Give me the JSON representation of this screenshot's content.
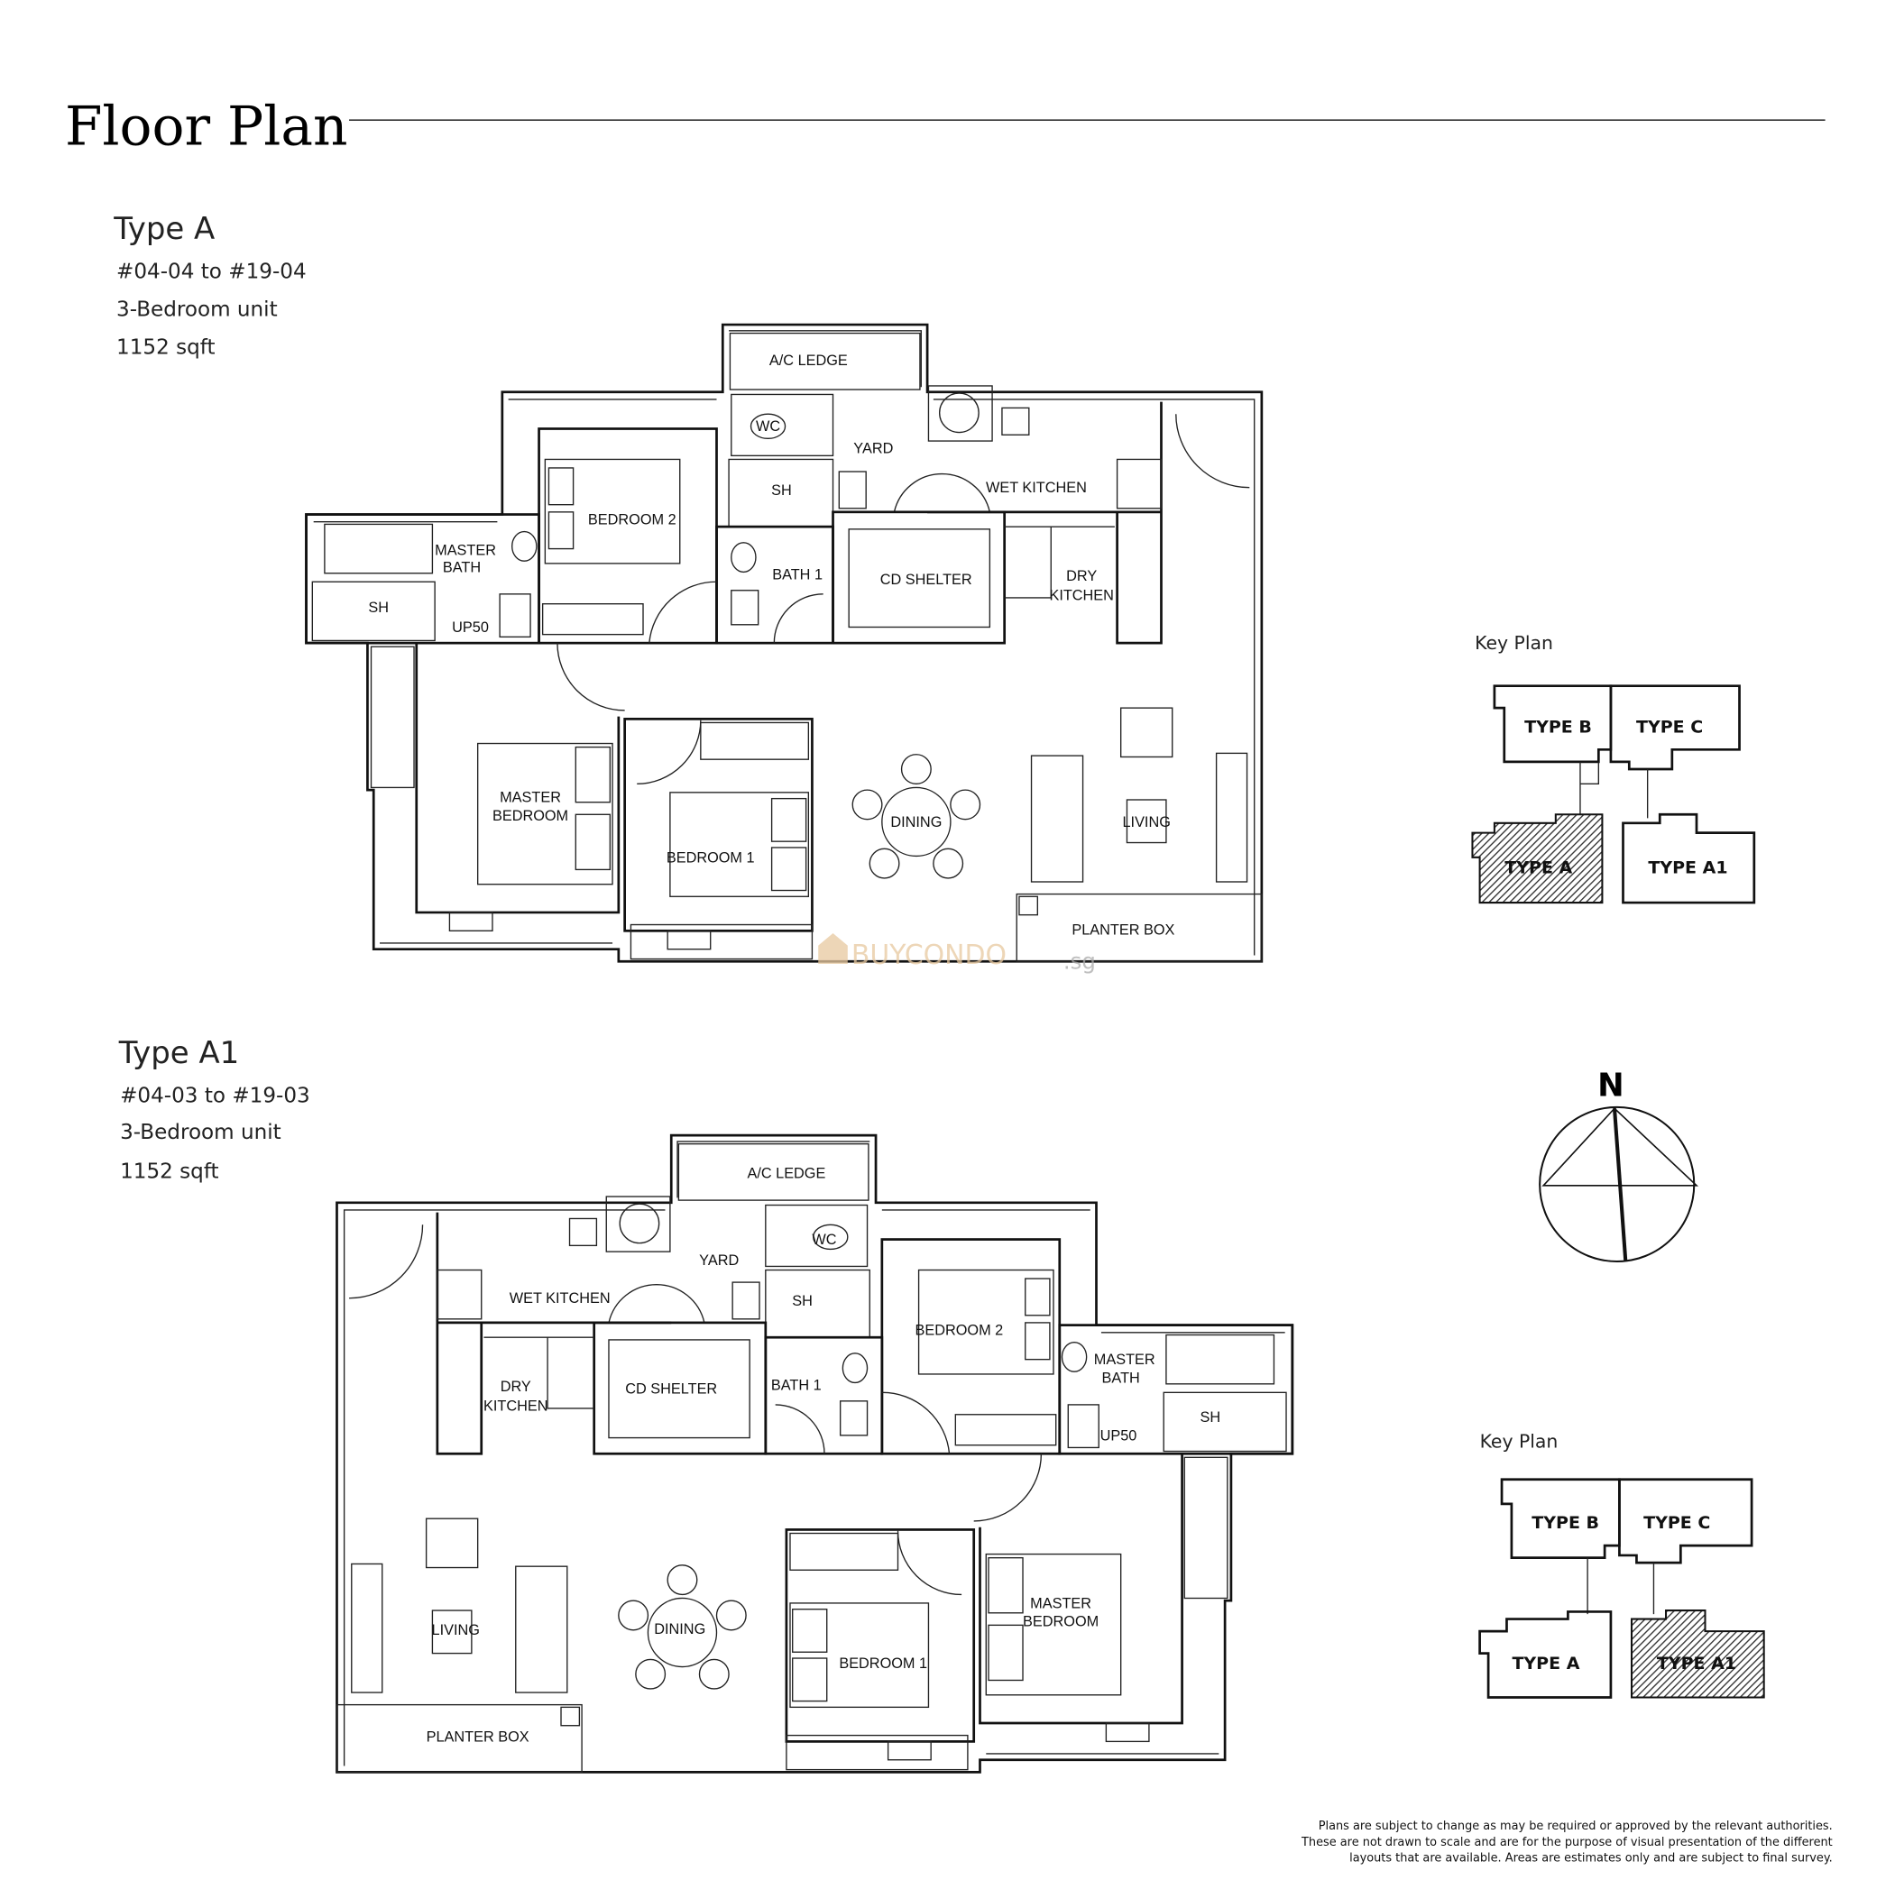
{
  "header": {
    "title": "Floor Plan"
  },
  "units": [
    {
      "type": "Type A",
      "unit_range": "#04-04 to #19-04",
      "bedrooms": "3-Bedroom unit",
      "area": "1152 sqft",
      "rooms": {
        "ac_ledge": "A/C LEDGE",
        "wc": "WC",
        "yard": "YARD",
        "wet_kitchen": "WET KITCHEN",
        "bedroom2": "BEDROOM 2",
        "master_bath": [
          "MASTER",
          "BATH"
        ],
        "sh_yard": "SH",
        "sh_master": "SH",
        "bath1": "BATH 1",
        "cd_shelter": "CD SHELTER",
        "dry_kitchen": [
          "DRY",
          "KITCHEN"
        ],
        "up": "UP50",
        "master_bedroom": [
          "MASTER",
          "BEDROOM"
        ],
        "bedroom1": "BEDROOM 1",
        "dining": "DINING",
        "living": "LIVING",
        "planter_box": "PLANTER BOX"
      },
      "key_plan": {
        "label": "Key Plan",
        "blocks": [
          "TYPE B",
          "TYPE C",
          "TYPE A",
          "TYPE A1"
        ],
        "highlighted": "TYPE A"
      }
    },
    {
      "type": "Type A1",
      "unit_range": "#04-03 to #19-03",
      "bedrooms": "3-Bedroom unit",
      "area": "1152 sqft",
      "rooms": {
        "ac_ledge": "A/C LEDGE",
        "wc": "WC",
        "yard": "YARD",
        "wet_kitchen": "WET KITCHEN",
        "bedroom2": "BEDROOM 2",
        "master_bath": [
          "MASTER",
          "BATH"
        ],
        "sh_yard": "SH",
        "sh_master": "SH",
        "bath1": "BATH 1",
        "cd_shelter": "CD SHELTER",
        "dry_kitchen": [
          "DRY",
          "KITCHEN"
        ],
        "up": "UP50",
        "master_bedroom": [
          "MASTER",
          "BEDROOM"
        ],
        "bedroom1": "BEDROOM 1",
        "dining": "DINING",
        "living": "LIVING",
        "planter_box": "PLANTER BOX"
      },
      "key_plan": {
        "label": "Key Plan",
        "blocks": [
          "TYPE B",
          "TYPE C",
          "TYPE A",
          "TYPE A1"
        ],
        "highlighted": "TYPE A1"
      }
    }
  ],
  "compass": {
    "label": "N"
  },
  "watermark": {
    "text": "BUYCONDO",
    "suffix": ".sg",
    "color": "#e8c9a0"
  },
  "disclaimer": [
    "Plans are subject to change as may be required or approved by the relevant authorities.",
    "These are not drawn to scale and are for the purpose of visual presentation of the different",
    "layouts that are available. Areas are estimates only and are subject to final survey."
  ]
}
